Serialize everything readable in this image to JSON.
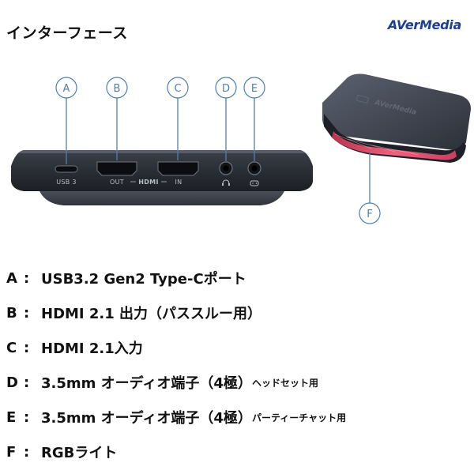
{
  "header": {
    "title": "インターフェース",
    "logo_text": "AVerMedia"
  },
  "device": {
    "port_labels": {
      "usb": "USB 3",
      "out": "OUT",
      "hdmi": "HDMI",
      "in": "IN"
    },
    "brand_on_top": "AVerMedia"
  },
  "callouts": [
    "A",
    "B",
    "C",
    "D",
    "E",
    "F"
  ],
  "specs": [
    {
      "key": "A",
      "separator": ":",
      "text": "USB3.2 Gen2 Type-Cポート",
      "suffix": ""
    },
    {
      "key": "B",
      "separator": ":",
      "text": "HDMI 2.1 出力（パススルー用）",
      "suffix": ""
    },
    {
      "key": "C",
      "separator": ":",
      "text": "HDMI 2.1入力",
      "suffix": ""
    },
    {
      "key": "D",
      "separator": ":",
      "text": "3.5mm オーディオ端子（4極）",
      "suffix": "ヘッドセット用"
    },
    {
      "key": "E",
      "separator": ":",
      "text": "3.5mm オーディオ端子（4極）",
      "suffix": "パーティーチャット用"
    },
    {
      "key": "F",
      "separator": ":",
      "text": "RGBライト",
      "suffix": ""
    }
  ],
  "colors": {
    "callout": "#4d7fae",
    "device_body": "#2b2f36",
    "rgb_light": "#e84a78",
    "logo": "#1f3f8f"
  }
}
